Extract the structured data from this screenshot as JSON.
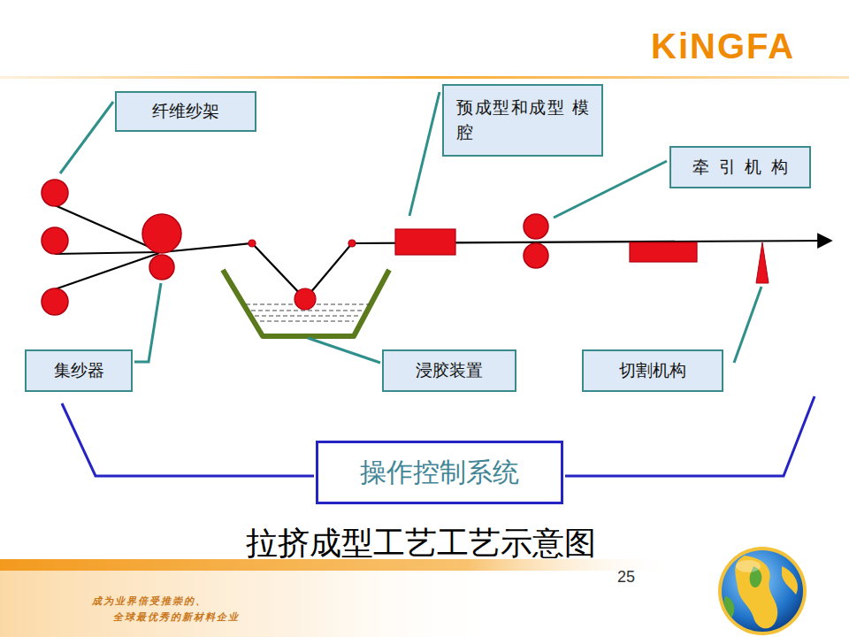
{
  "diagram": {
    "caption": "拉挤成型工艺工艺示意图",
    "nodes": [
      {
        "text": [
          "纤维纱架"
        ]
      },
      {
        "text": [
          "预成型和成型 模腔"
        ]
      },
      {
        "text": [
          "牵引机构"
        ]
      },
      {
        "text": [
          "集纱器"
        ]
      },
      {
        "text": [
          "浸胶装置"
        ]
      },
      {
        "text": [
          "切割机构"
        ]
      },
      {
        "text": [
          "操作控制系统"
        ]
      }
    ],
    "labels": [
      "KiNGFA",
      "25",
      "成为业界倍受推崇的、",
      "全球最优秀的新材料企业"
    ]
  }
}
